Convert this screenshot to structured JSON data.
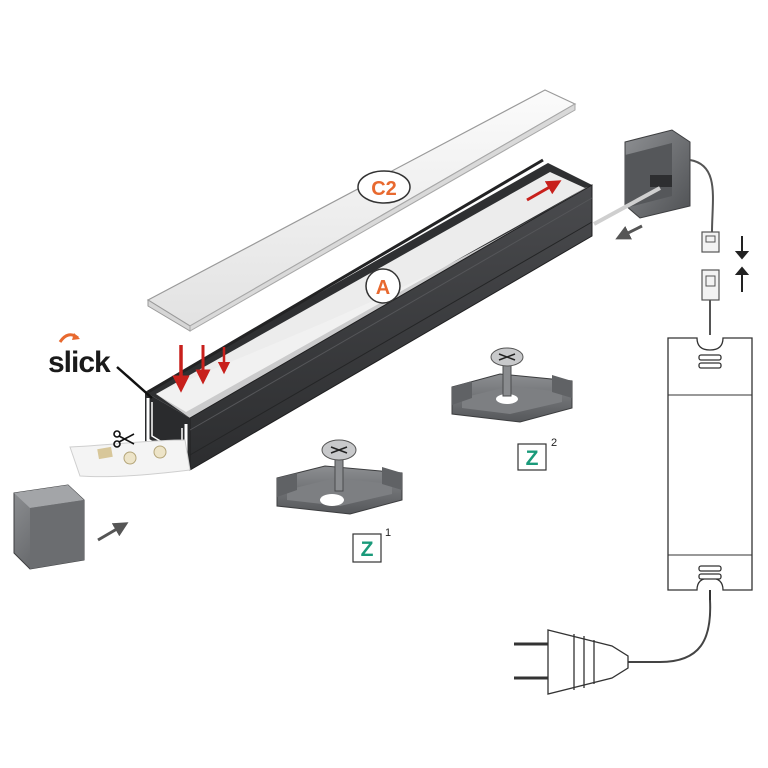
{
  "diagram": {
    "labels": {
      "cover": "C2",
      "profile": "A",
      "brand": "slick",
      "clip_1_letter": "Z",
      "clip_1_index": "1",
      "clip_2_letter": "Z",
      "clip_2_index": "2"
    },
    "colors": {
      "label_orange": "#e8692f",
      "clip_green": "#1a9a7a",
      "arrow_red": "#c8201c",
      "arrow_gray": "#555555",
      "profile_dark": "#3a3b3d",
      "metal_gray": "#6b6d70"
    },
    "icons": [
      "scissors-icon",
      "screw-icon",
      "plug-icon",
      "power-supply-icon",
      "connector-icon"
    ]
  }
}
